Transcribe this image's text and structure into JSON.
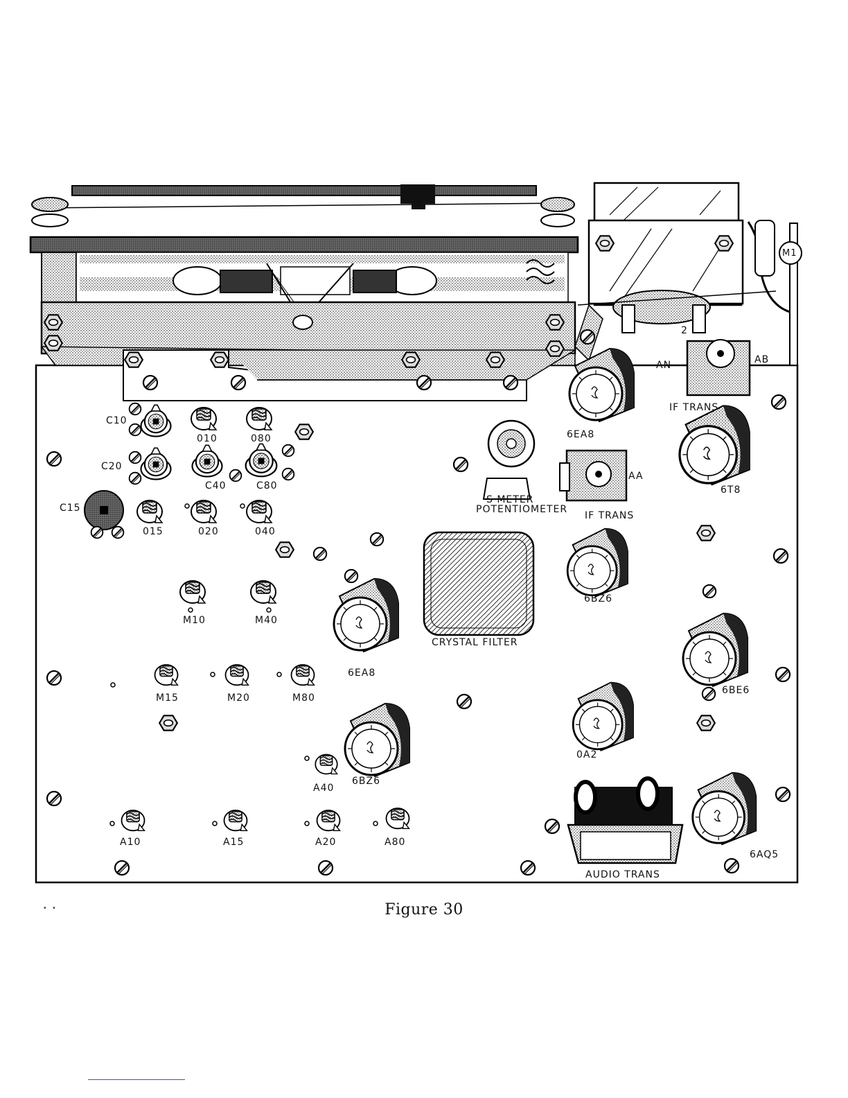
{
  "figure": {
    "caption": "Figure 30"
  },
  "labels": {
    "c10": "C10",
    "c20": "C20",
    "c15": "C15",
    "o10": "010",
    "o80": "080",
    "c40": "C40",
    "c80": "C80",
    "o15": "015",
    "o20": "020",
    "o40": "040",
    "m10": "M10",
    "m40": "M40",
    "m15": "M15",
    "m20": "M20",
    "m80": "M80",
    "a40": "A40",
    "a10": "A10",
    "a15": "A15",
    "a20": "A20",
    "a80": "A80",
    "tube_6ea8_top": "6EA8",
    "tube_6ea8_mid": "6EA8",
    "tube_6t8": "6T8",
    "tube_6bz6_right": "6BZ6",
    "tube_6bz6_mid": "6BZ6",
    "tube_6be6": "6BE6",
    "tube_0a2": "0A2",
    "tube_6aq5": "6AQ5",
    "if_trans_top": "IF TRANS",
    "if_trans_mid": "IF TRANS",
    "aa": "AA",
    "ab": "AB",
    "an": "AN",
    "m1": "M1",
    "terminal_2": "2",
    "s_meter_1": "S METER",
    "s_meter_2": "POTENTIOMETER",
    "crystal_filter": "CRYSTAL FILTER",
    "audio_trans": "AUDIO TRANS"
  }
}
